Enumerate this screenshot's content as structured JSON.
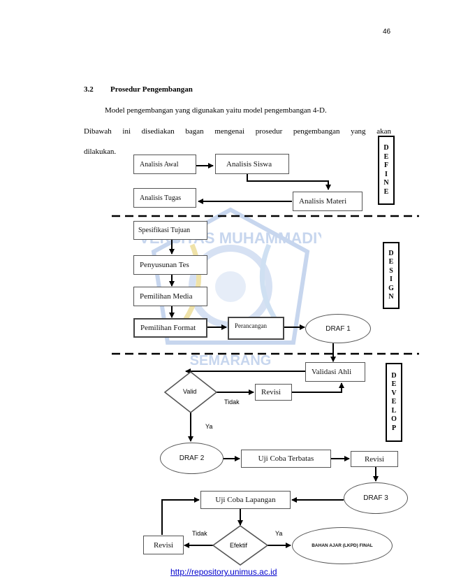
{
  "page_number": "46",
  "section": {
    "number": "3.2",
    "title": "Prosedur Pengembangan"
  },
  "paragraph": {
    "line1": "Model pengembangan yang digunakan yaitu model pengembangan 4-D.",
    "line2": "Dibawah ini disediakan bagan mengenai prosedur pengembangan yang akan",
    "line3": "dilakukan."
  },
  "watermark": {
    "text_top": "UNIVERSITAS MUHAMMADIYAH",
    "text_bottom": "SEMARANG"
  },
  "phases": {
    "define": [
      "D",
      "E",
      "F",
      "I",
      "N",
      "E"
    ],
    "design": [
      "D",
      "E",
      "S",
      "I",
      "G",
      "N"
    ],
    "develop": [
      "D",
      "E",
      "V",
      "E",
      "L",
      "O",
      "P"
    ]
  },
  "flow": {
    "analisis_awal": "Analisis Awal",
    "analisis_siswa": "Analisis Siswa",
    "analisis_materi": "Analisis Materi",
    "analisis_tugas": "Analisis Tugas",
    "spesifikasi_tujuan": "Spesifikasi Tujuan",
    "penyusunan_tes": "Penyusunan Tes",
    "pemilihan_media": "Pemilihan Media",
    "pemilihan_format": "Pemilihan Format",
    "perancangan": "Perancangan",
    "draf1": "DRAF 1",
    "validasi_ahli": "Validasi Ahli",
    "valid": "Valid",
    "revisi1": "Revisi",
    "tidak1": "Tidak",
    "ya1": "Ya",
    "draf2": "DRAF 2",
    "uji_coba_terbatas": "Uji Coba Terbatas",
    "revisi2": "Revisi",
    "draf3": "DRAF 3",
    "uji_coba_lapangan": "Uji Coba Lapangan",
    "efektif": "Efektif",
    "tidak2": "Tidak",
    "ya2": "Ya",
    "revisi3": "Revisi",
    "final": "BAHAN AJAR (LKPD) FINAL"
  },
  "footer_link": "http://repository.unimus.ac.id",
  "colors": {
    "watermark": "#c7d6ee",
    "watermark_gold": "#efe2a8",
    "link": "#0000cc"
  }
}
